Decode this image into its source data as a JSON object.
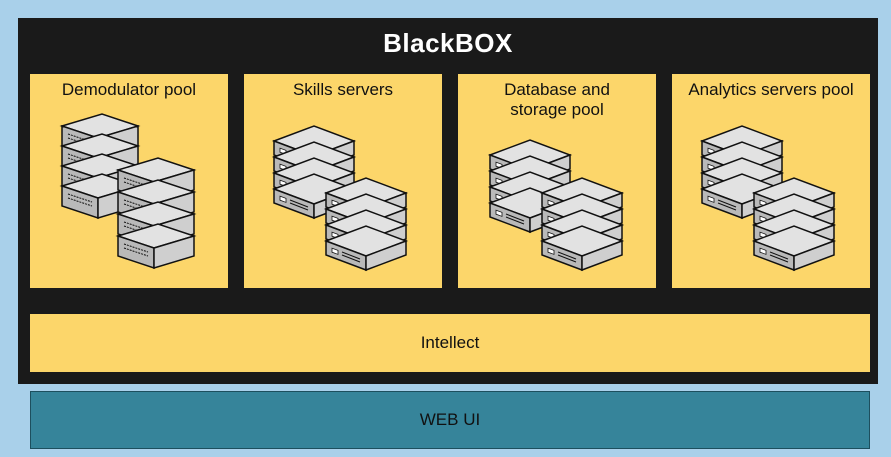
{
  "diagram": {
    "title": "BlackBOX",
    "pools": [
      {
        "label": "Demodulator pool",
        "icon": "server-rack-stack-icon"
      },
      {
        "label": "Skills servers",
        "icon": "server-stack-icon"
      },
      {
        "label": "Database and storage pool",
        "icon": "server-stack-icon"
      },
      {
        "label": "Analytics servers pool",
        "icon": "server-stack-icon"
      }
    ],
    "intellect_label": "Intellect",
    "webui_label": "WEB UI",
    "colors": {
      "outer_background": "#a9d0ea",
      "blackbox": "#1a1a1a",
      "pool_fill": "#fcd66a",
      "webui_fill": "#36849a"
    }
  }
}
